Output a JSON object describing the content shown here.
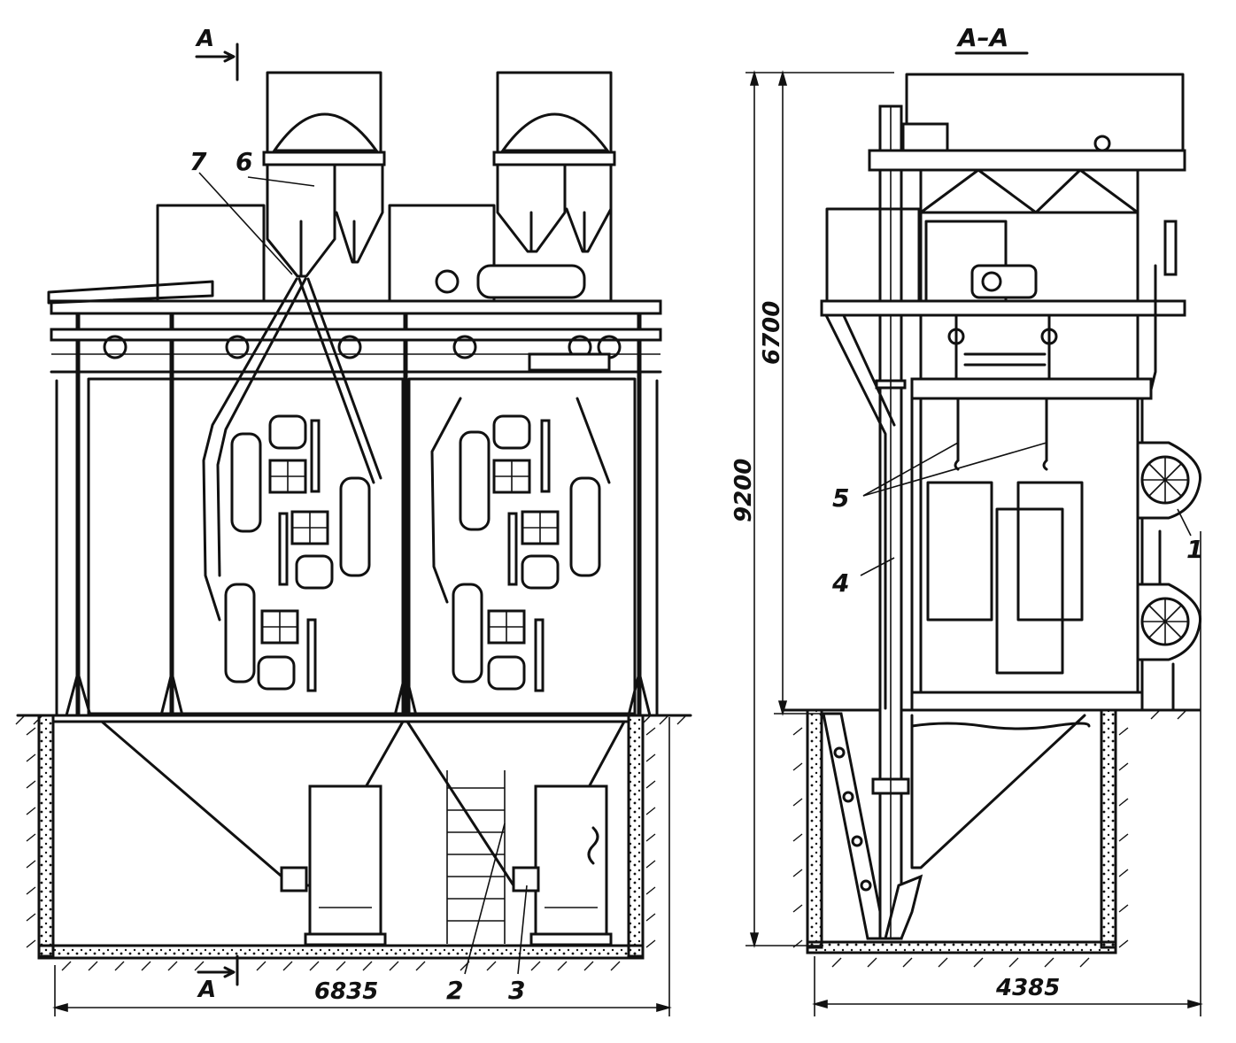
{
  "section_marks": {
    "top_left": "A",
    "bottom_left": "A",
    "section_title": "A–A"
  },
  "dimensions": {
    "front_width": "6835",
    "side_width": "4385",
    "total_height": "9200",
    "upper_height": "6700"
  },
  "callouts": {
    "n1": "1",
    "n2": "2",
    "n3": "3",
    "n4": "4",
    "n5": "5",
    "n6": "6",
    "n7": "7"
  }
}
